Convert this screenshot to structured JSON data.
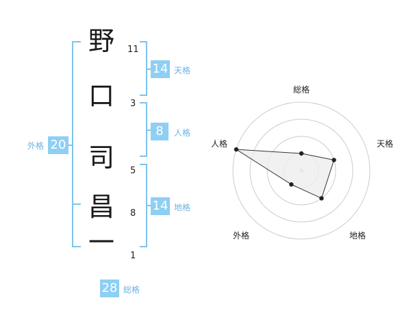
{
  "name": {
    "characters": [
      {
        "char": "野",
        "strokes": "11"
      },
      {
        "char": "口",
        "strokes": "3"
      },
      {
        "char": "司",
        "strokes": "5"
      },
      {
        "char": "昌",
        "strokes": "8"
      },
      {
        "char": "一",
        "strokes": "1"
      }
    ]
  },
  "fortune": {
    "tenkaku": {
      "label": "天格",
      "value": "14"
    },
    "jinkaku": {
      "label": "人格",
      "value": "8"
    },
    "chikaku": {
      "label": "地格",
      "value": "14"
    },
    "gaikaku": {
      "label": "外格",
      "value": "20"
    },
    "soukaku": {
      "label": "総格",
      "value": "28"
    }
  },
  "radar": {
    "axes": [
      "総格",
      "天格",
      "地格",
      "外格",
      "人格"
    ],
    "values": [
      1,
      2,
      2,
      1,
      4
    ],
    "max": 4,
    "colors": {
      "ring": "#cccccc",
      "fill": "#eeeeee",
      "line": "#333333",
      "dot": "#222222",
      "center": "#cccccc"
    }
  },
  "colors": {
    "accent": "#8ecff3",
    "bracket": "#7cc3ee"
  }
}
